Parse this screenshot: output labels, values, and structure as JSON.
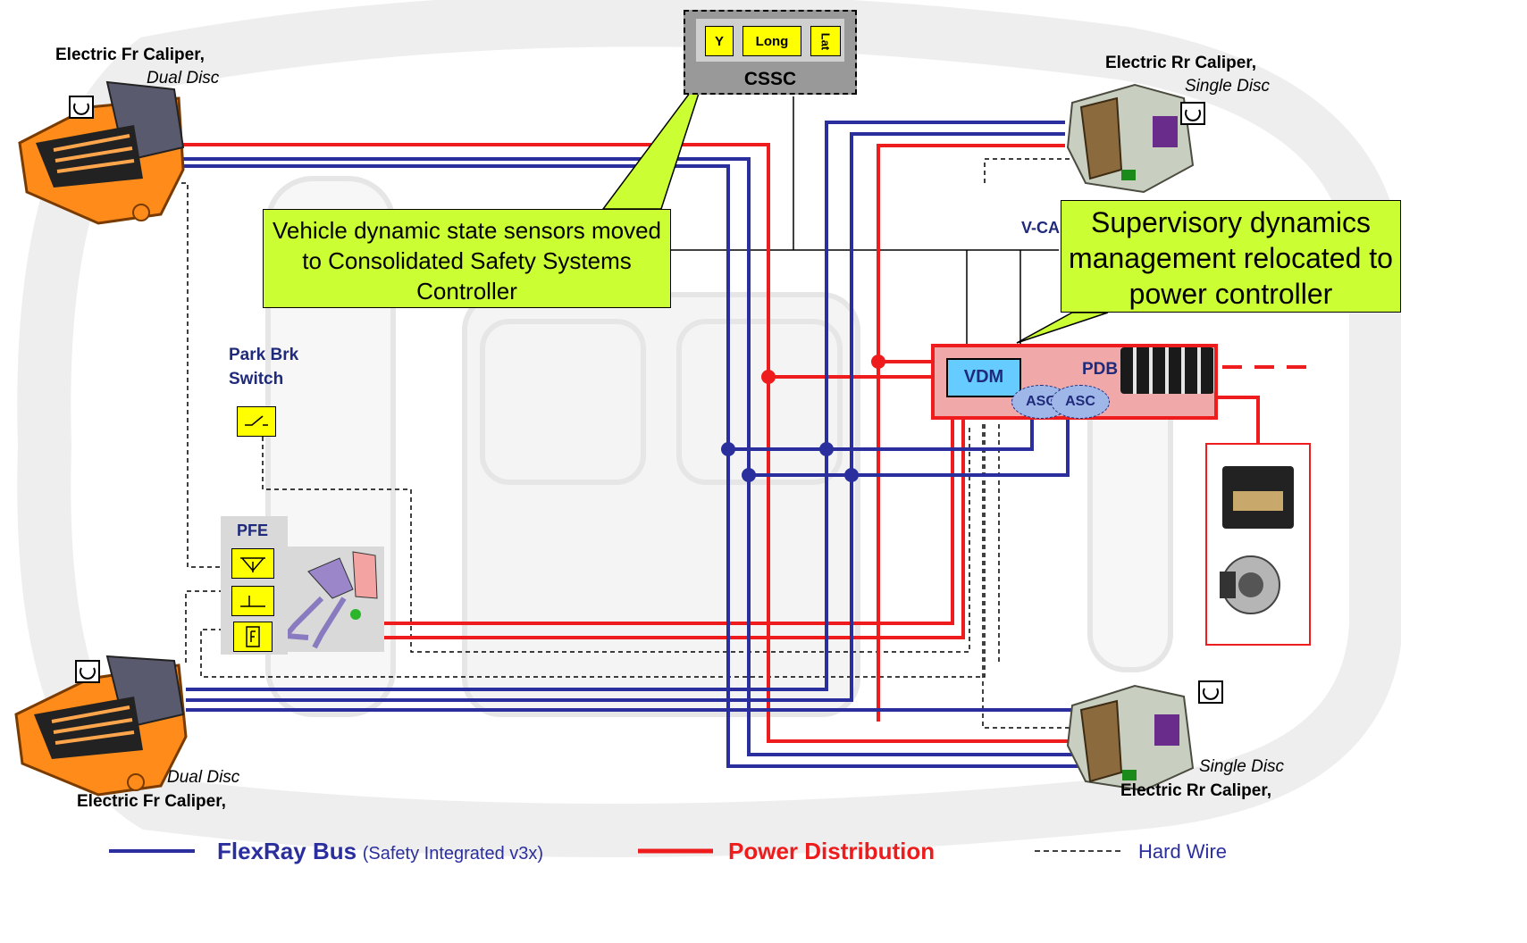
{
  "labels": {
    "fl_title": "Electric Fr Caliper,",
    "fl_sub": "Dual Disc",
    "rl_title": "Electric Fr Caliper,",
    "rl_sub": "Dual Disc",
    "fr_title": "Electric Rr Caliper,",
    "fr_sub": "Single Disc",
    "rr_title": "Electric Rr Caliper,",
    "rr_sub": "Single Disc",
    "park_brake": "Park Brk Switch",
    "pfe": "PFE",
    "vcan": "V-CA",
    "vdm": "VDM",
    "pdb": "PDB",
    "asc1": "ASC",
    "asc2": "ASC"
  },
  "cssc": {
    "title": "CSSC",
    "sensors": [
      "Y",
      "Long",
      "Lat"
    ]
  },
  "callouts": {
    "sensors_moved": "Vehicle dynamic state sensors moved to Consolidated Safety Systems Controller",
    "supervisory": "Supervisory dynamics management relocated to power controller"
  },
  "legend": {
    "flexray_title": "FlexRay Bus",
    "flexray_note": "(Safety Integrated v3x)",
    "power": "Power Distribution",
    "hardwire": "Hard Wire"
  },
  "colors": {
    "flexray": "#2b2f9e",
    "power": "#ee1c1c",
    "hardwire": "#000000",
    "callout_fill": "#ccff33",
    "module_fill": "#f0a8a8",
    "vdm_fill": "#66ccff",
    "sensor_fill": "#ffff00"
  }
}
